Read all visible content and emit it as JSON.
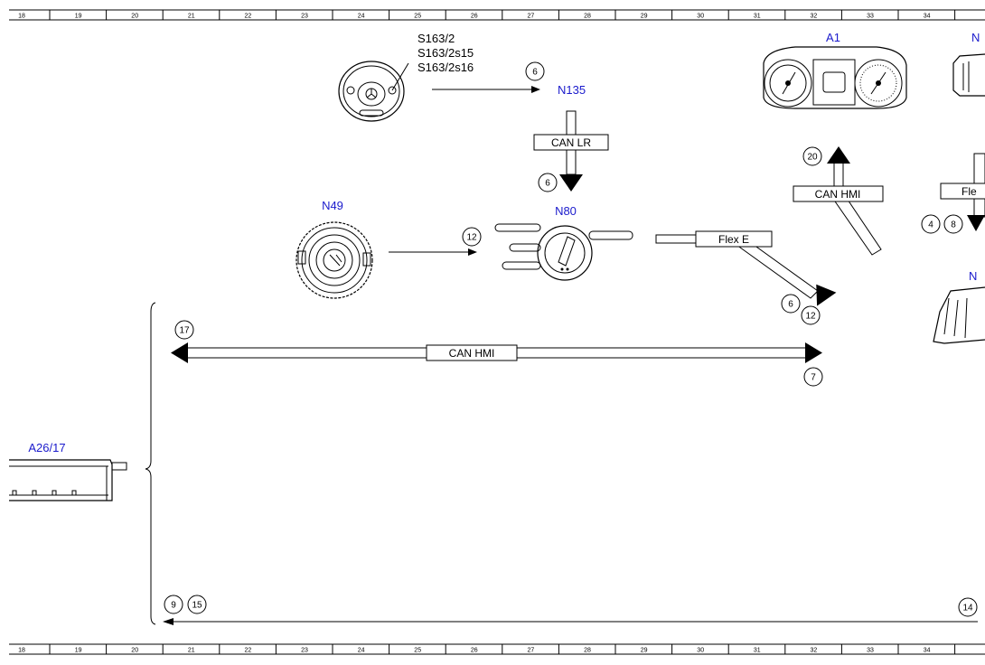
{
  "ruler": {
    "columns": [
      "18",
      "19",
      "20",
      "21",
      "22",
      "23",
      "24",
      "25",
      "26",
      "27",
      "28",
      "29",
      "30",
      "31",
      "32",
      "33",
      "34"
    ]
  },
  "components": {
    "steering_wheel": {
      "labels": [
        "S163/2",
        "S163/2s15",
        "S163/2s16"
      ]
    },
    "n135": {
      "label": "N135"
    },
    "a1": {
      "label": "A1"
    },
    "n49": {
      "label": "N49"
    },
    "n80": {
      "label": "N80"
    },
    "a26_17": {
      "label": "A26/17"
    },
    "right_top_partial": {
      "label": "N"
    },
    "right_mid_partial": {
      "label": "N"
    }
  },
  "buses": {
    "can_lr": "CAN LR",
    "can_hmi_upper": "CAN HMI",
    "can_hmi_main": "CAN HMI",
    "flex_e": "Flex E",
    "flex_partial": "Fle"
  },
  "refs": {
    "r6_top": "6",
    "r6_mid": "6",
    "r20": "20",
    "r12_n49": "12",
    "r4": "4",
    "r8": "8",
    "r6_flex": "6",
    "r12_flex": "12",
    "r17": "17",
    "r7": "7",
    "r9": "9",
    "r15": "15",
    "r14": "14"
  },
  "colors": {
    "label_blue": "#1a1acc",
    "line": "#000000"
  }
}
